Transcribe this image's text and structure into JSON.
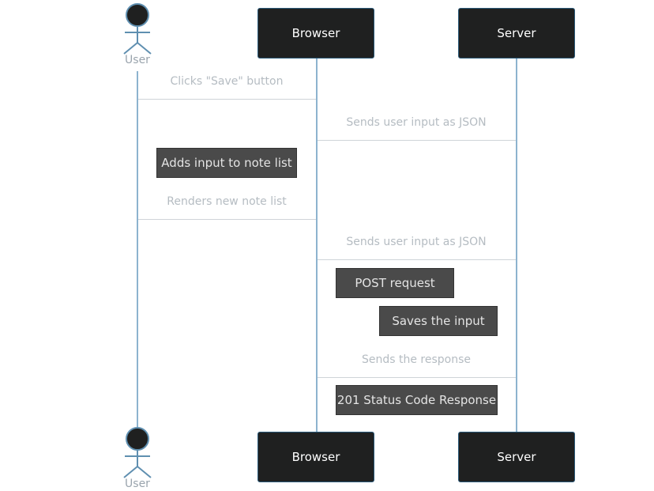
{
  "participants": {
    "user": "User",
    "browser": "Browser",
    "server": "Server"
  },
  "messages": [
    "Clicks \"Save\" button",
    "Sends user input as JSON",
    "Renders new note list",
    "Sends user input as JSON",
    "Sends the response"
  ],
  "notes": [
    "Adds input to note list",
    "POST request",
    "Saves the input",
    "201 Status Code Response"
  ],
  "colors": {
    "participant_fill": "#1f2020",
    "lifeline": "#8db3cf",
    "note_fill": "#4a4a4a",
    "message_text": "#b5bcc2"
  }
}
